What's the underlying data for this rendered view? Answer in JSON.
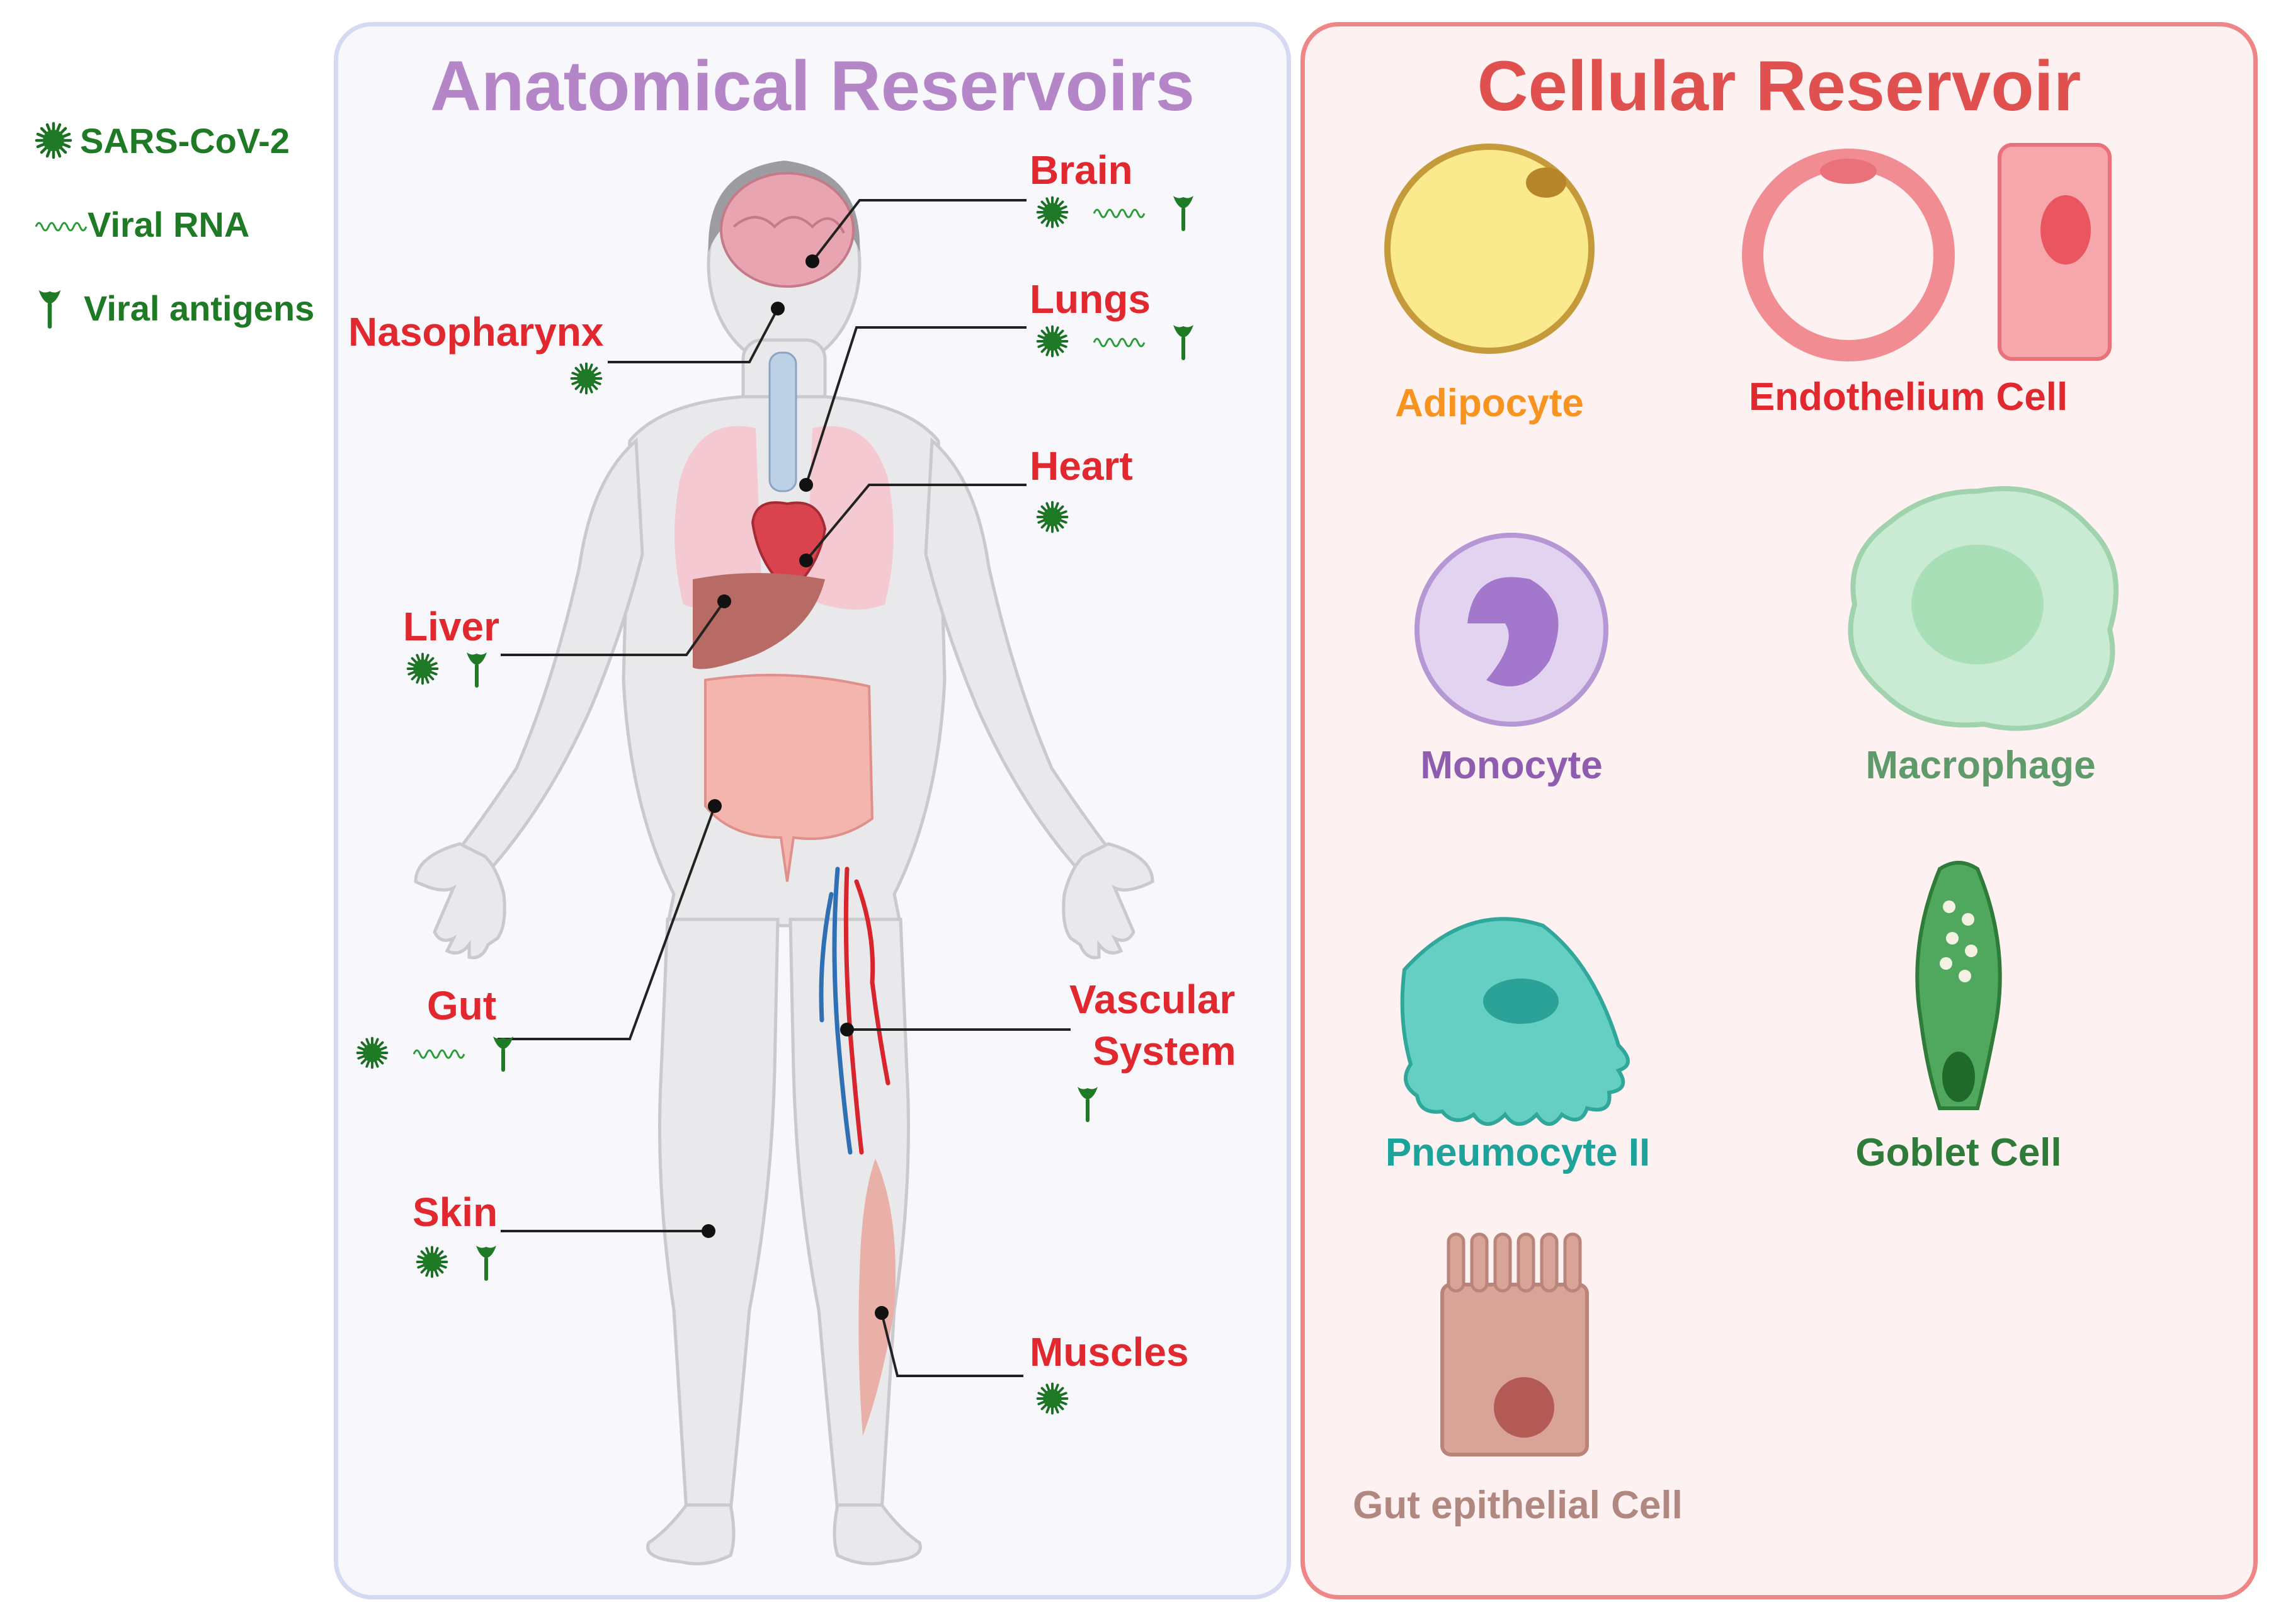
{
  "legend": {
    "virus": "SARS-CoV-2",
    "rna": "Viral RNA",
    "antigen": "Viral antigens"
  },
  "anatomical": {
    "title": "Anatomical Reservoirs",
    "organs": {
      "brain": "Brain",
      "lungs": "Lungs",
      "nasopharynx": "Nasopharynx",
      "heart": "Heart",
      "liver": "Liver",
      "gut": "Gut",
      "vascular_line1": "Vascular",
      "vascular_line2": "System",
      "skin": "Skin",
      "muscles": "Muscles"
    }
  },
  "cellular": {
    "title": "Cellular Reservoir",
    "cells": {
      "adipocyte": "Adipocyte",
      "endothelium": "Endothelium Cell",
      "monocyte": "Monocyte",
      "macrophage": "Macrophage",
      "pneumocyte": "Pneumocyte II",
      "goblet": "Goblet Cell",
      "gut_epithelial": "Gut epithelial Cell"
    }
  },
  "colors": {
    "organ_label": "#e0282e",
    "legend_green": "#1f7a25",
    "anatomical_title": "#b486c8",
    "cellular_title": "#e0504f",
    "adipocyte": "#f7931e",
    "endothelium": "#e0282e",
    "monocyte": "#8e5db0",
    "macrophage": "#5f9a6a",
    "pneumocyte": "#1ea39a",
    "goblet": "#2e7b3a",
    "gut_epithelial": "#b08880"
  }
}
